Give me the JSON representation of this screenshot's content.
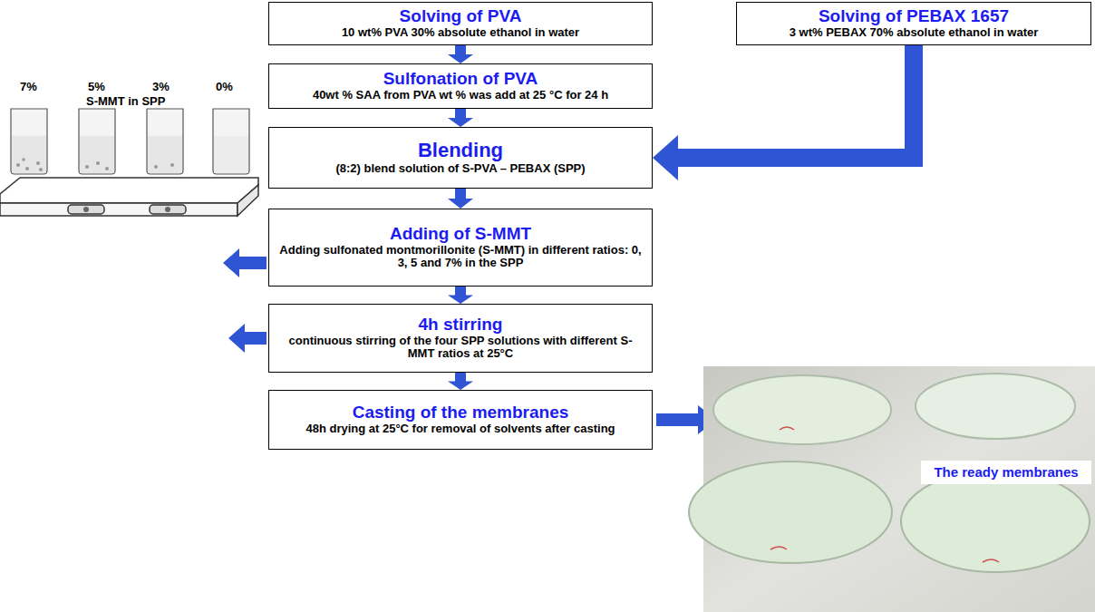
{
  "diagram": {
    "nodes": [
      {
        "text": [
          "Solving of PVA",
          "10 wt% PVA 30% absolute ethanol in water"
        ]
      },
      {
        "text": [
          "Solving of PEBAX 1657",
          "3 wt% PEBAX 70% absolute ethanol in water"
        ]
      },
      {
        "text": [
          "Sulfonation of PVA",
          "40wt % SAA from PVA wt % was add at 25 °C for 24 h"
        ]
      },
      {
        "text": [
          "Blending",
          "(8:2) blend solution of S-PVA – PEBAX (SPP)"
        ]
      },
      {
        "text": [
          "Adding of S-MMT",
          "Adding sulfonated montmorillonite (S-MMT) in different ratios: 0, 3, 5 and 7% in the SPP"
        ]
      },
      {
        "text": [
          "4h stirring",
          "continuous stirring of the four SPP solutions with different S-MMT ratios at 25°C"
        ]
      },
      {
        "text": [
          "Casting of the membranes",
          "48h drying at 25°C for removal of solvents after casting"
        ]
      },
      {
        "text": [
          "The ready membranes"
        ]
      }
    ],
    "edges": [
      {
        "from": 0,
        "to": 2,
        "arrow": "to"
      },
      {
        "from": 2,
        "to": 3,
        "arrow": "to"
      },
      {
        "from": 1,
        "to": 3,
        "arrow": "to"
      },
      {
        "from": 3,
        "to": 4,
        "arrow": "to"
      },
      {
        "from": 4,
        "to": 5,
        "arrow": "to"
      },
      {
        "from": 5,
        "to": 6,
        "arrow": "to"
      }
    ],
    "labels": [
      "7%",
      "5%",
      "3%",
      "0%",
      "S-MMT in SPP"
    ]
  }
}
